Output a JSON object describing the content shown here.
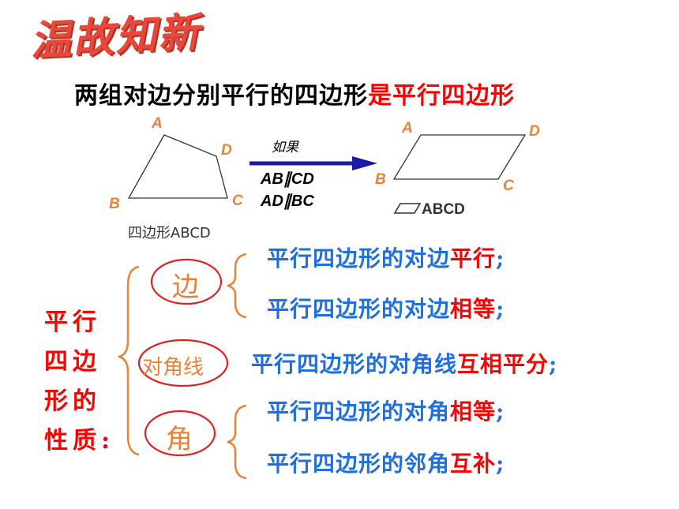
{
  "title": "温故知新",
  "definition": {
    "part1": "两组对边分别平行的四边形",
    "part2": "是平行四边形"
  },
  "diagram": {
    "quad_labels": {
      "a": "A",
      "b": "B",
      "c": "C",
      "d": "D"
    },
    "quad_caption": "四边形ABCD",
    "if_label": "如果",
    "conditions": [
      "AB∥CD",
      "AD∥BC"
    ],
    "para_labels": {
      "a": "A",
      "b": "B",
      "c": "C",
      "d": "D"
    },
    "para_caption": "ABCD",
    "colors": {
      "arrow": "#1a1aa8",
      "vertex_labels": "#e8823a"
    }
  },
  "properties_title": "平行四边形的性质:",
  "categories": {
    "side": "边",
    "diagonal": "对角线",
    "angle": "角"
  },
  "properties": {
    "side1": {
      "prefix": "平行四边形的对边",
      "highlight": "平行",
      "suffix": ";"
    },
    "side2": {
      "prefix": "平行四边形的对边",
      "highlight": "相等",
      "suffix": ";"
    },
    "diagonal": {
      "prefix": "平行四边形的对角线",
      "highlight": "互相平分",
      "suffix": ";"
    },
    "angle1": {
      "prefix": "平行四边形的对角",
      "highlight": "相等",
      "suffix": ";"
    },
    "angle2": {
      "prefix": "平行四边形的邻角",
      "highlight": "互补",
      "suffix": ";"
    }
  },
  "colors": {
    "title": "#e8483a",
    "highlight": "#ff0000",
    "property_text": "#1f6fe0",
    "brace": "#e8823a",
    "ellipse": "#e02020"
  }
}
